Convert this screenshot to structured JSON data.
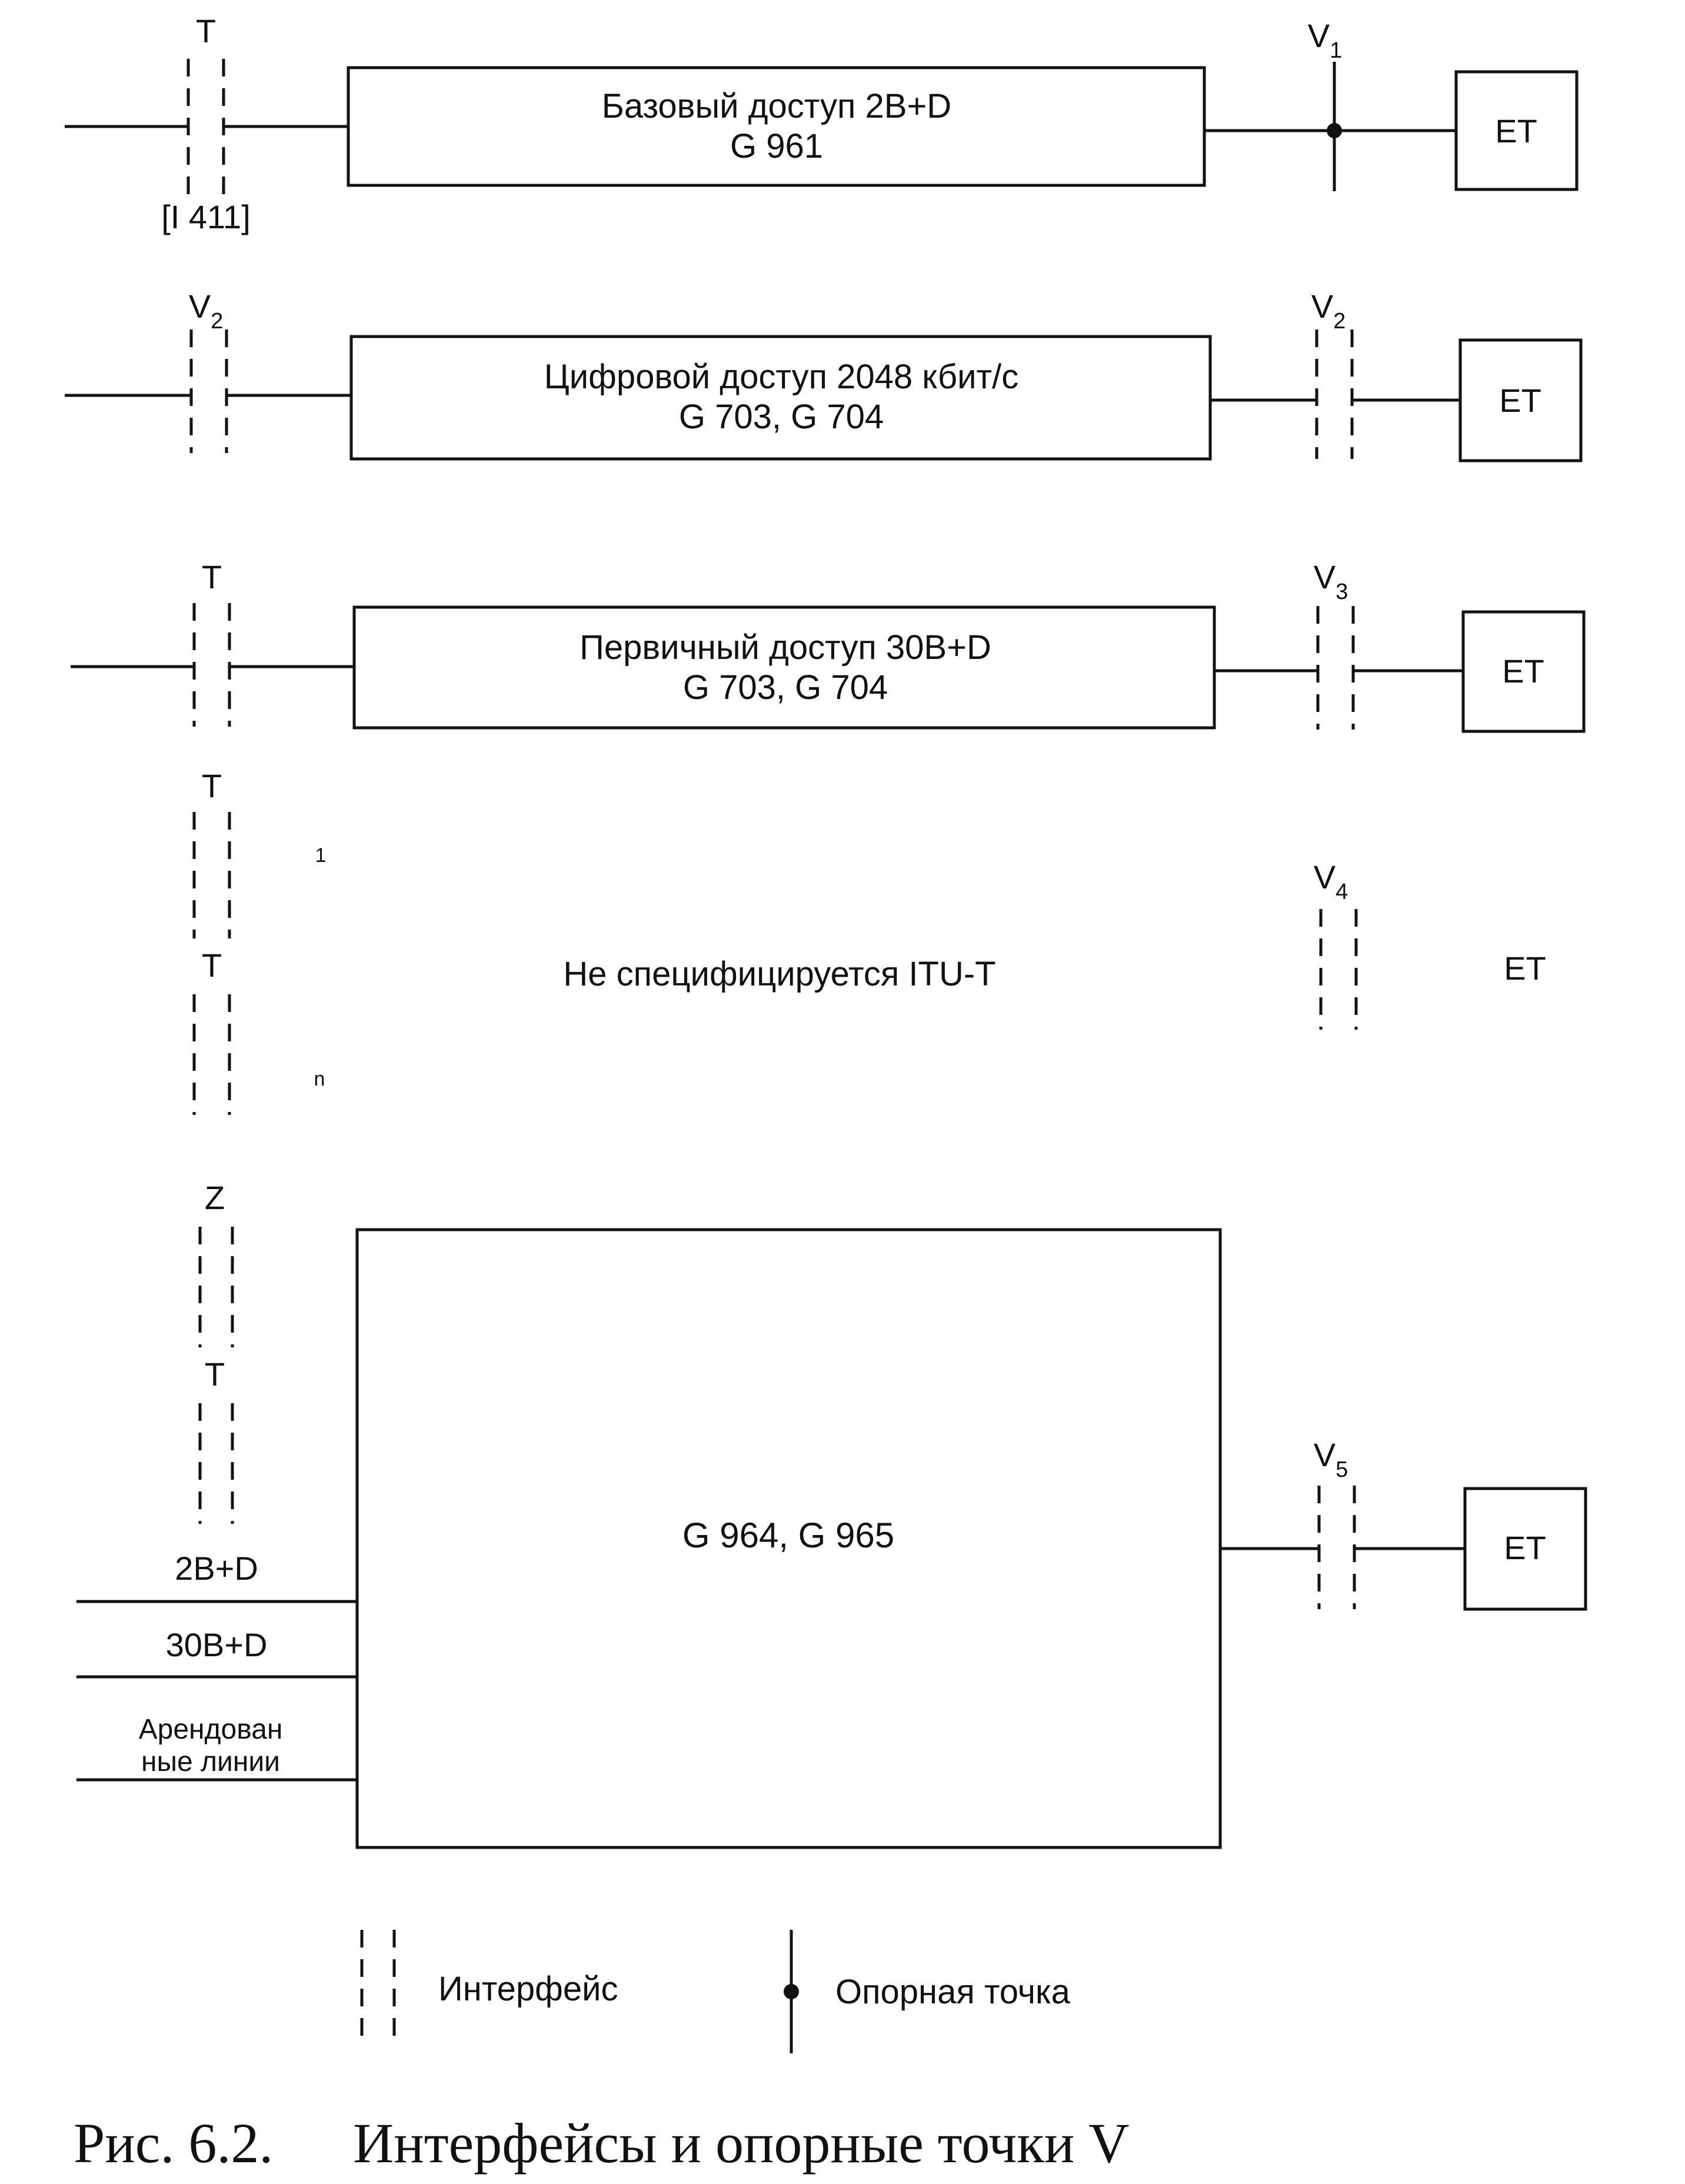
{
  "rows": [
    {
      "left_iface": {
        "label": "T",
        "sub": ""
      },
      "left_note": "[I 411]",
      "box_line1": "Базовый доступ 2B+D",
      "box_line2": "G 961",
      "right_iface": {
        "label": "V",
        "sub": "1"
      },
      "right_kind": "reference-point",
      "et": "ET"
    },
    {
      "left_iface": {
        "label": "V",
        "sub": "2"
      },
      "box_line1": "Цифровой доступ 2048 кбит/с",
      "box_line2": "G 703, G 704",
      "right_iface": {
        "label": "V",
        "sub": "2"
      },
      "right_kind": "interface",
      "et": "ET"
    },
    {
      "left_iface": {
        "label": "T",
        "sub": ""
      },
      "box_line1": "Первичный доступ 30B+D",
      "box_line2": "G 703, G 704",
      "right_iface": {
        "label": "V",
        "sub": "3"
      },
      "right_kind": "interface",
      "et": "ET"
    }
  ],
  "row4": {
    "left_iface_top": "T",
    "left_iface_bottom": "T",
    "index_top": "1",
    "index_bottom": "n",
    "text": "Не специфицируется ITU-T",
    "right_iface": {
      "label": "V",
      "sub": "4"
    },
    "et": "ET"
  },
  "row5": {
    "left_iface_top": "Z",
    "left_iface_bottom": "T",
    "inputs": [
      "2B+D",
      "30B+D"
    ],
    "leased_line1": "Арендован",
    "leased_line2": "ные линии",
    "box_text": "G 964, G 965",
    "right_iface": {
      "label": "V",
      "sub": "5"
    },
    "et": "ET"
  },
  "legend": {
    "interface": "Интерфейс",
    "reference_point": "Опорная точка"
  },
  "caption": {
    "number": "Рис. 6.2.",
    "title": "Интерфейсы и опорные точки V"
  }
}
